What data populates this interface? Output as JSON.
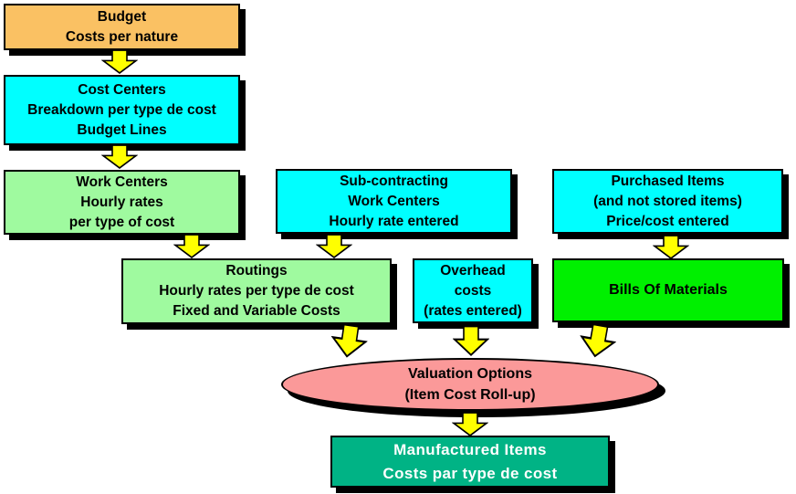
{
  "diagram": {
    "type": "flowchart",
    "palette": {
      "background": "#FFFFFF",
      "budget_box": "#FAC163",
      "cyan_box": "#00FFFF",
      "pale_green_box": "#9FFA9F",
      "bright_green_box": "#00F000",
      "ellipse_fill": "#FB9999",
      "manufactured_box": "#00B385",
      "arrow_fill": "#FFFF00",
      "shadow": "#000000",
      "text": "#000000",
      "manufactured_text": "#FFFFFF"
    },
    "nodes": {
      "budget": {
        "lines": [
          "Budget",
          "Costs per nature"
        ]
      },
      "cost_centers": {
        "lines": [
          "Cost Centers",
          "Breakdown per type de cost",
          "Budget Lines"
        ]
      },
      "work_centers": {
        "lines": [
          "Work Centers",
          "Hourly rates",
          "per type of cost"
        ]
      },
      "sub_contracting": {
        "lines": [
          "Sub-contracting",
          "Work Centers",
          "Hourly rate entered"
        ]
      },
      "purchased_items": {
        "lines": [
          "Purchased Items",
          "(and not stored items)",
          "Price/cost entered"
        ]
      },
      "routings": {
        "lines": [
          "Routings",
          "Hourly rates per type de cost",
          "Fixed and Variable Costs"
        ]
      },
      "overhead_costs": {
        "lines": [
          "Overhead",
          "costs",
          "(rates entered)"
        ]
      },
      "bills_of_materials": {
        "lines": [
          "Bills Of Materials"
        ]
      },
      "valuation_options": {
        "lines": [
          "Valuation Options",
          "(Item Cost Roll-up)"
        ]
      },
      "manufactured_items": {
        "lines": [
          "Manufactured Items",
          "Costs par type de cost"
        ]
      }
    }
  }
}
